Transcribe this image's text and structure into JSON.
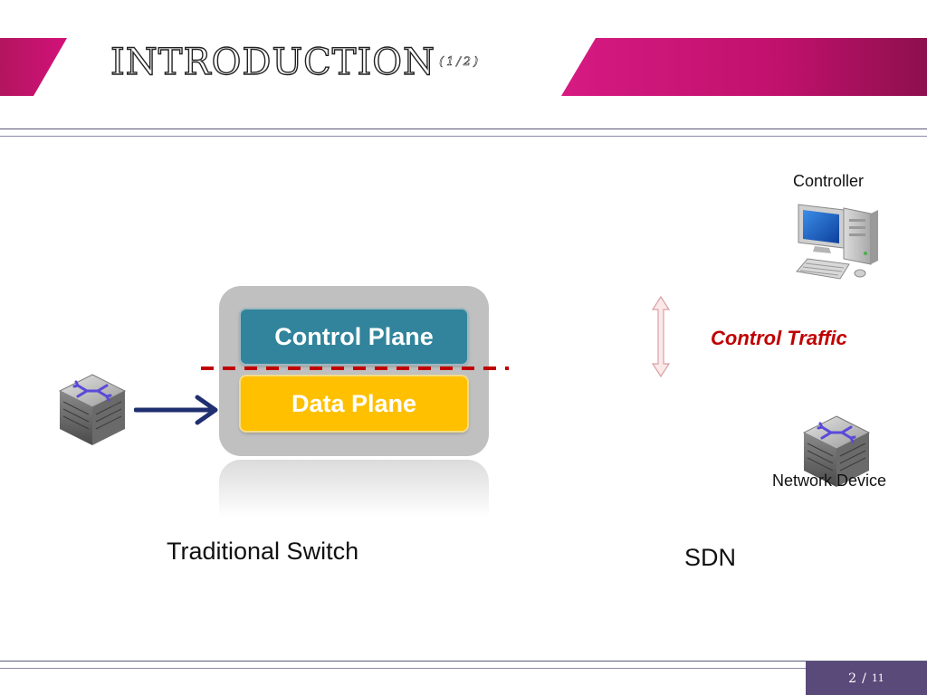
{
  "header": {
    "title": "Introduction",
    "subtitle": "(1/2)",
    "colors": {
      "banner": "#c0116c",
      "rules": "#5a5a7a"
    }
  },
  "traditional": {
    "control_plane_label": "Control Plane",
    "data_plane_label": "Data Plane",
    "caption": "Traditional Switch",
    "colors": {
      "control_plane": "#31849b",
      "data_plane": "#ffc000",
      "separator": "#c00000",
      "arrow": "#1f2f6f"
    }
  },
  "sdn": {
    "controller_label": "Controller",
    "control_traffic_label": "Control Traffic",
    "network_device_label": "Network Device",
    "caption": "SDN",
    "colors": {
      "control_traffic": "#c00000"
    }
  },
  "footer": {
    "page_current": "2",
    "page_separator": "/",
    "page_total": "11",
    "colors": {
      "page_box": "#5a4a7a"
    }
  },
  "icons": [
    "router-icon",
    "computer-icon",
    "arrow-right-icon",
    "bidirectional-arrow-icon"
  ]
}
